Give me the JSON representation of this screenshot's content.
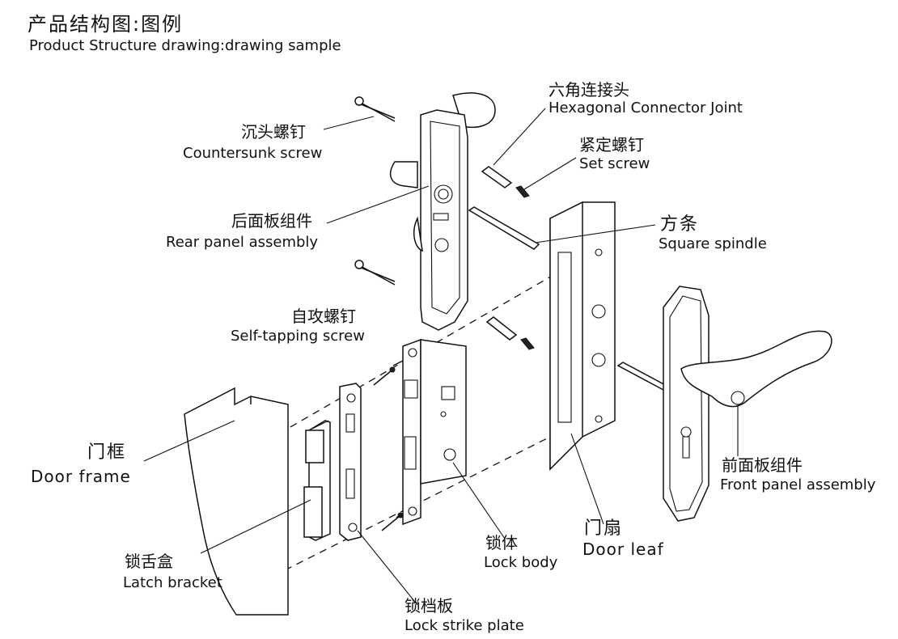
{
  "title": {
    "cn": "产品结构图:图例",
    "en": "Product Structure drawing:drawing sample"
  },
  "labels": {
    "hex_joint": {
      "cn": "六角连接头",
      "en": "Hexagonal  Connector Joint"
    },
    "countersunk": {
      "cn": "沉头螺钉",
      "en": "Countersunk screw"
    },
    "set_screw": {
      "cn": "紧定螺钉",
      "en": "Set screw"
    },
    "rear_panel": {
      "cn": "后面板组件",
      "en": "Rear panel assembly"
    },
    "square_spindle": {
      "cn": "方条",
      "en": "Square spindle"
    },
    "self_tapping": {
      "cn": "自攻螺钉",
      "en": "Self-tapping screw"
    },
    "door_frame": {
      "cn": "门框",
      "en": "Door  frame"
    },
    "front_panel": {
      "cn": "前面板组件",
      "en": "Front panel assembly"
    },
    "latch_bracket": {
      "cn": "锁舌盒",
      "en": "Latch bracket"
    },
    "lock_body": {
      "cn": "锁体",
      "en": "Lock body"
    },
    "door_leaf": {
      "cn": "门扇",
      "en": "Door  leaf"
    },
    "strike_plate": {
      "cn": "锁档板",
      "en": "Lock strike plate"
    }
  }
}
